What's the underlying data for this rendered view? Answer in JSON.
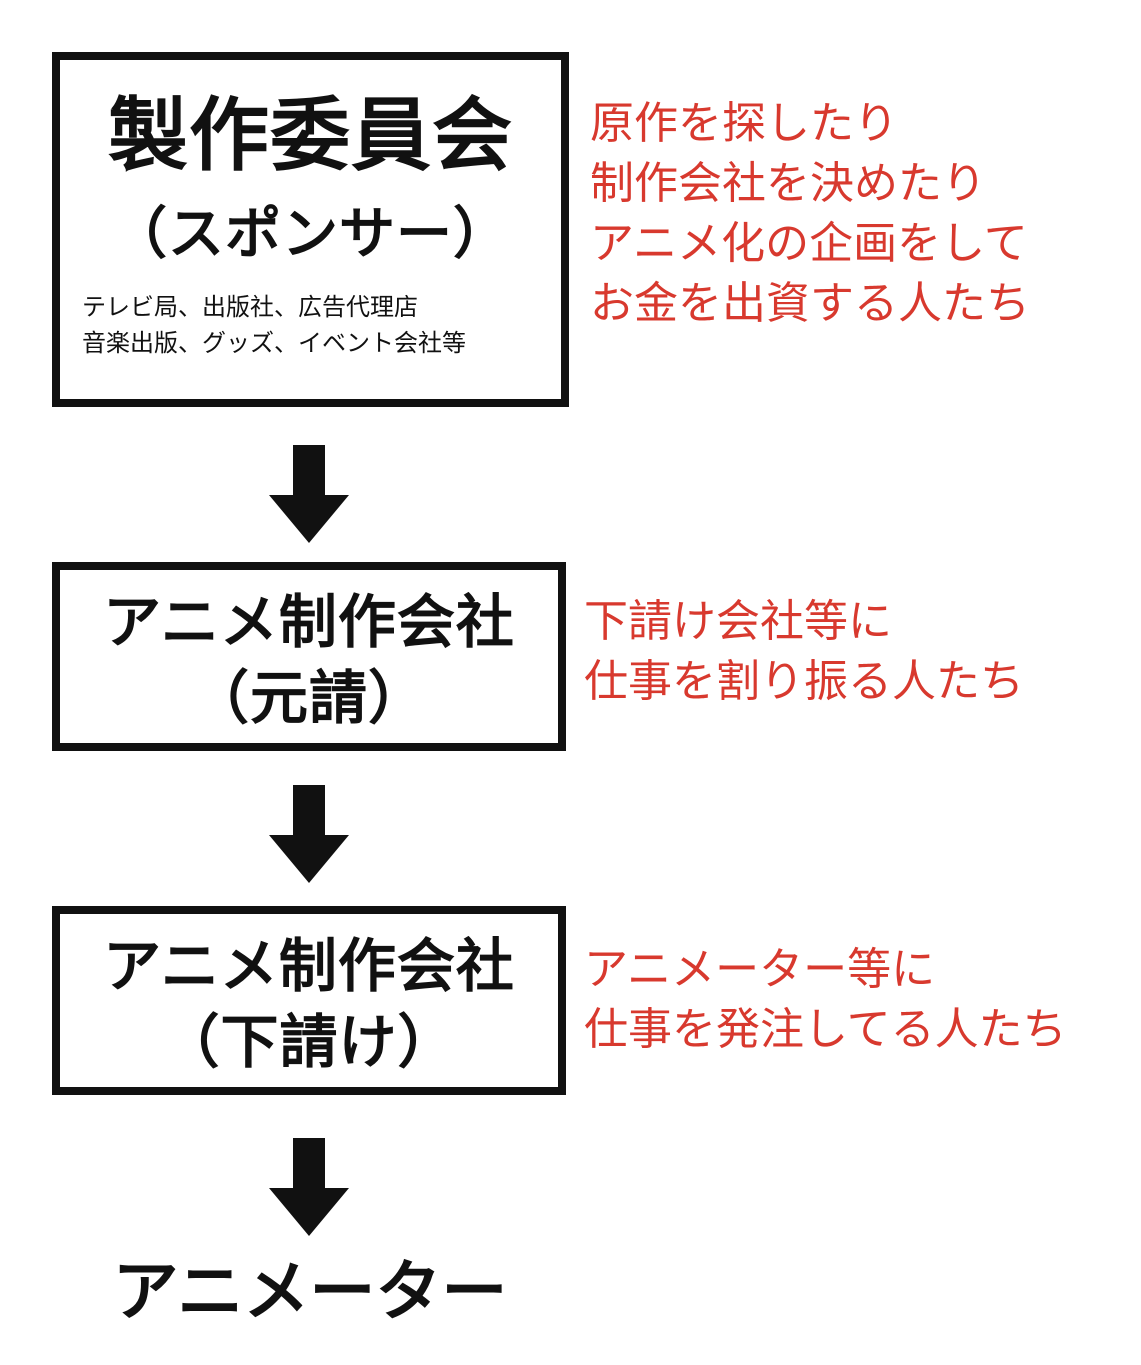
{
  "sponsor_box": {
    "title": "製作委員会",
    "subtitle": "（スポンサー）",
    "members_line1": "テレビ局、出版社、広告代理店",
    "members_line2": "音楽出版、グッズ、イベント会社等",
    "note_lines": [
      "原作を探したり",
      "制作会社を決めたり",
      "アニメ化の企画をして",
      "お金を出資する人たち"
    ]
  },
  "prime_box": {
    "line1": "アニメ制作会社",
    "line2": "（元請）",
    "note_lines": [
      "下請け会社等に",
      "仕事を割り振る人たち"
    ]
  },
  "sub_box": {
    "line1": "アニメ制作会社",
    "line2": "（下請け）",
    "note_lines": [
      "アニメーター等に",
      "仕事を発注してる人たち"
    ]
  },
  "final": {
    "label": "アニメーター"
  },
  "colors": {
    "text": "#111111",
    "note": "#d8392e",
    "arrow": "#111111",
    "border": "#111111"
  },
  "icons": {
    "arrow": "arrow-down-icon"
  }
}
